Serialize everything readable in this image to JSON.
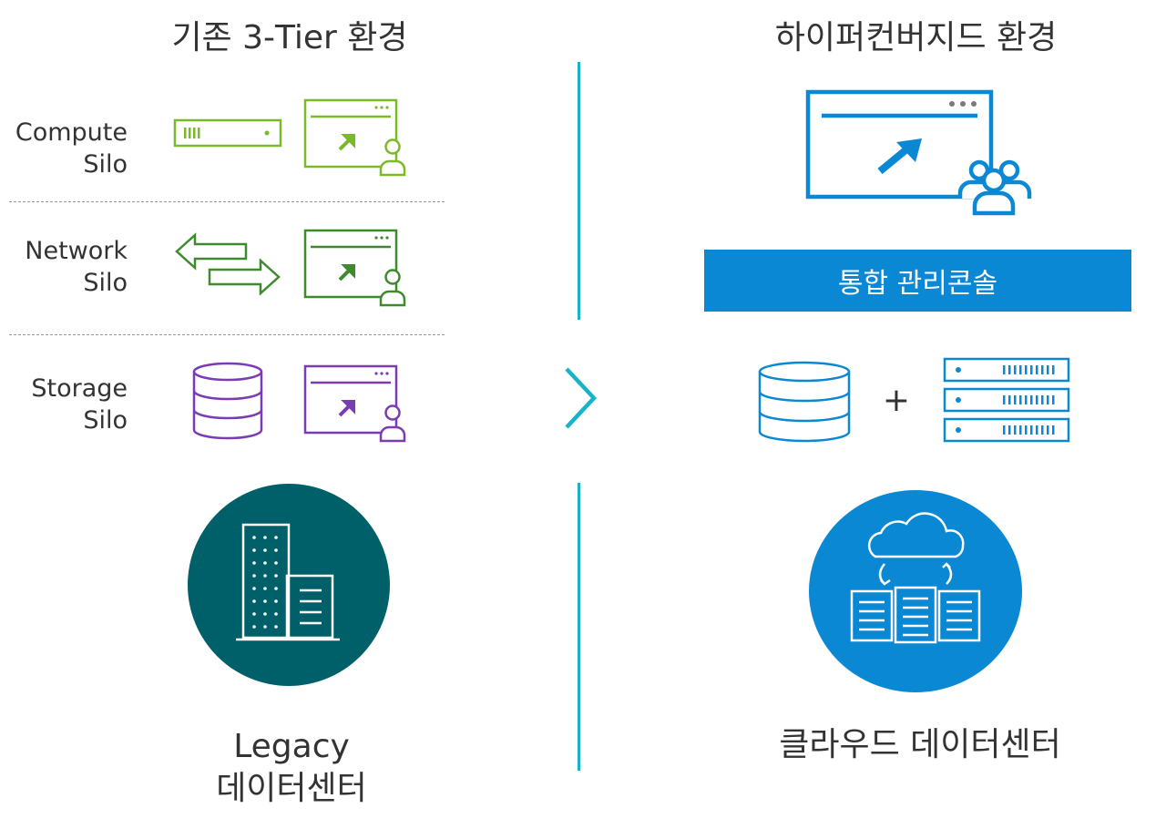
{
  "left": {
    "title": "기존 3-Tier 환경",
    "silos": [
      {
        "line1": "Compute",
        "line2": "Silo",
        "color": "#7ab928"
      },
      {
        "line1": "Network",
        "line2": "Silo",
        "color": "#3f8a2e"
      },
      {
        "line1": "Storage",
        "line2": "Silo",
        "color": "#7b3bb5"
      }
    ],
    "caption_line1": "Legacy",
    "caption_line2": "데이터센터",
    "circle_color": "#00606a"
  },
  "right": {
    "title": "하이퍼컨버지드 환경",
    "console_label": "통합 관리콘솔",
    "plus": "+",
    "caption": "클라우드 데이터센터",
    "accent": "#0a88d4"
  },
  "divider_color": "#17b3c9",
  "icons": [
    "server-icon",
    "console-user-icon",
    "exchange-arrows-icon",
    "database-icon",
    "chevron-right-icon",
    "console-group-icon",
    "server-rack-icon",
    "building-icon",
    "cloud-datacenter-icon"
  ]
}
